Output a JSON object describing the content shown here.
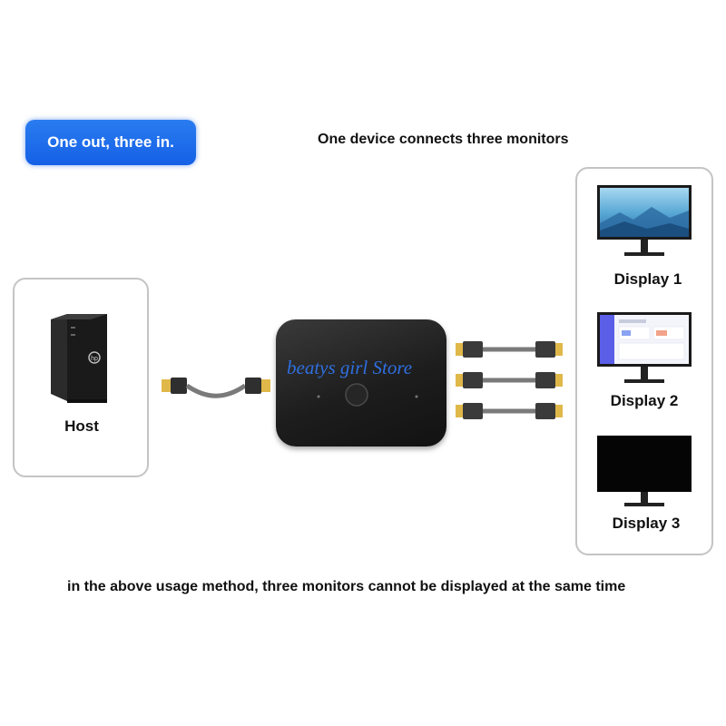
{
  "header": {
    "badge": "One out, three in.",
    "headline": "One device connects three monitors"
  },
  "host": {
    "label": "Host",
    "icon": "desktop-tower-icon"
  },
  "switch_device": {
    "watermark": "beatys girl Store"
  },
  "displays": [
    {
      "label": "Display 1",
      "screen": "landscape-wallpaper"
    },
    {
      "label": "Display 2",
      "screen": "dashboard-ui"
    },
    {
      "label": "Display 3",
      "screen": "blank-black"
    }
  ],
  "note": "in the above usage method, three monitors cannot be displayed at the same time",
  "colors": {
    "accent": "#1560e6",
    "box_border": "#c4c4c4",
    "device": "#1d1d1d",
    "watermark": "#2f6fe0"
  }
}
